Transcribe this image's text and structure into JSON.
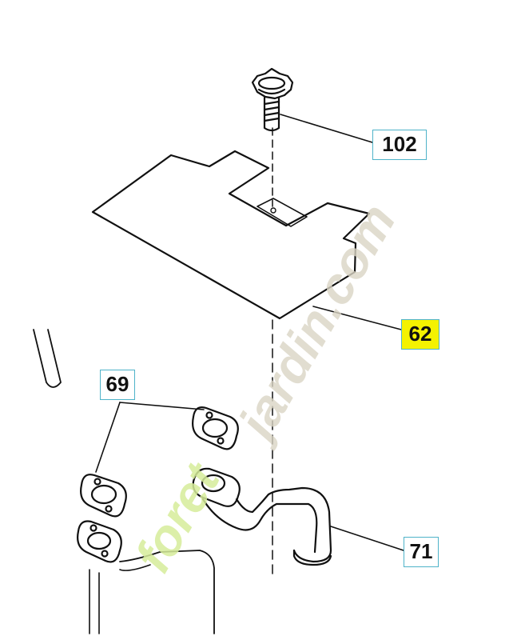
{
  "callouts": {
    "part_102": "102",
    "part_62": "62",
    "part_69": "69",
    "part_71": "71"
  },
  "watermark": {
    "text_green": "foret",
    "text_tan": "jardin.com"
  },
  "colors": {
    "line": "#111111",
    "callout_border": "#4fb3c9",
    "highlight": "#f4f200",
    "watermark_green": "#d6ec9a",
    "watermark_tan": "#d9d4c4"
  }
}
